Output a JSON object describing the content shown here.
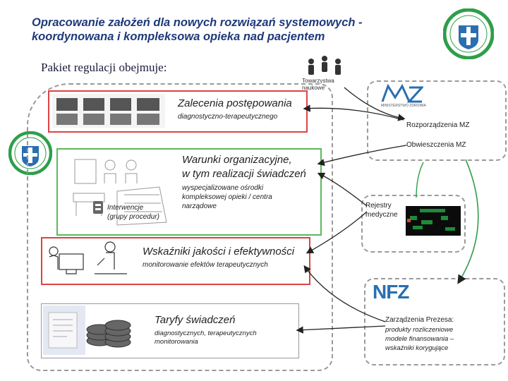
{
  "title": "Opracowanie założeń dla nowych rozwiązań systemowych - koordynowana i kompleksowa opieka nad pacjentem",
  "pakiet_label": "Pakiet regulacji obejmuje:",
  "towarzystwa": "Towarzystwa naukowe",
  "zalecenia": {
    "title": "Zalecenia postępowania",
    "subtitle": "diagnostyczno-terapeutycznego"
  },
  "warunki": {
    "title_line1": "Warunki organizacyjne,",
    "title_line2": "w tym realizacji świadczeń",
    "desc": "wyspecjalizowane ośrodki kompleksowej opieki / centra narządowe",
    "interwencje_line1": "Interwencje",
    "interwencje_line2": "(grupy procedur)"
  },
  "wskazniki": {
    "title": "Wskaźniki jakości i efektywności",
    "subtitle": "monitorowanie efektów terapeutycznych"
  },
  "taryfy": {
    "title": "Taryfy świadczeń",
    "line1": "diagnostycznych, terapeutycznych",
    "line2": "monitorowania"
  },
  "mz": {
    "logo_sub": "MINISTERSTWO ZDROWIA",
    "rozporzadzenia": "Rozporządzenia MZ",
    "obwieszczenia": "Obwieszczenia MZ"
  },
  "rejestry": {
    "line1": "Rejestry",
    "line2": "medyczne"
  },
  "nfz": {
    "logo": "NFZ",
    "zarzadzenia": "Zarządzenia Prezesa:",
    "desc_line1": "produkty rozliczeniowe",
    "desc_line2": "modele finansowania –",
    "desc_line3": "wskaźniki korygujące"
  },
  "colors": {
    "title_blue": "#1f3a7a",
    "card_border": "#d44444",
    "green_border": "#5cb85c",
    "logo_green": "#2f9e4a",
    "logo_blue": "#2a6fb0",
    "arrow": "#222222"
  }
}
